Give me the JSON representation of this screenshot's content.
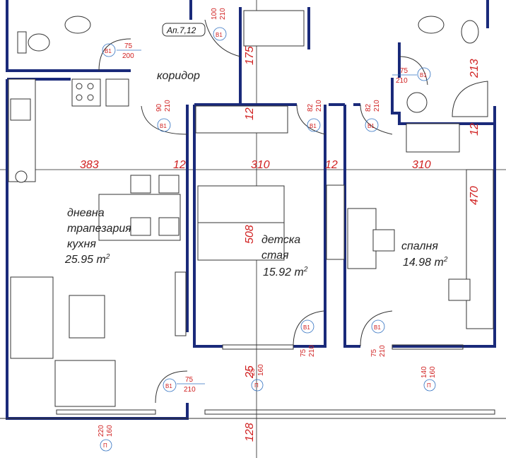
{
  "apartment_label": "Ап.7,12",
  "rooms": {
    "corridor": "коридор",
    "living": [
      "дневна",
      "трапезария",
      "кухня"
    ],
    "living_area": "25.95 m",
    "kids": [
      "детска",
      "стая"
    ],
    "kids_area": "15.92 m",
    "bedroom": "спалня",
    "bedroom_area": "14.98 m",
    "area_sup": "2"
  },
  "dimensions": {
    "d383": "383",
    "d12a": "12",
    "d310a": "310",
    "d12b": "12",
    "d310b": "310",
    "d175": "175",
    "d213": "213",
    "d12c": "12",
    "d12d": "12",
    "d470": "470",
    "d508": "508",
    "d25": "25",
    "d128": "128"
  },
  "doors": {
    "top": {
      "w": "100",
      "h": "210"
    },
    "wc": {
      "w": "75",
      "h": "200"
    },
    "bath": {
      "w": "75",
      "h": "210"
    },
    "kitchen": {
      "w": "90",
      "h": "210"
    },
    "kids": {
      "w": "82",
      "h": "210"
    },
    "bed": {
      "w": "82",
      "h": "210"
    },
    "kids_balcony": {
      "w": "75",
      "h": "210"
    },
    "bed_balcony": {
      "w": "75",
      "h": "210"
    },
    "living_balcony": {
      "w": "75",
      "h": "210"
    },
    "win_kids": {
      "w": "25",
      "h": "160"
    },
    "win_bed": {
      "w": "140",
      "h": "160"
    },
    "win_living": {
      "w": "220",
      "h": "160"
    }
  },
  "tags": {
    "b1": "B1",
    "p": "П"
  }
}
